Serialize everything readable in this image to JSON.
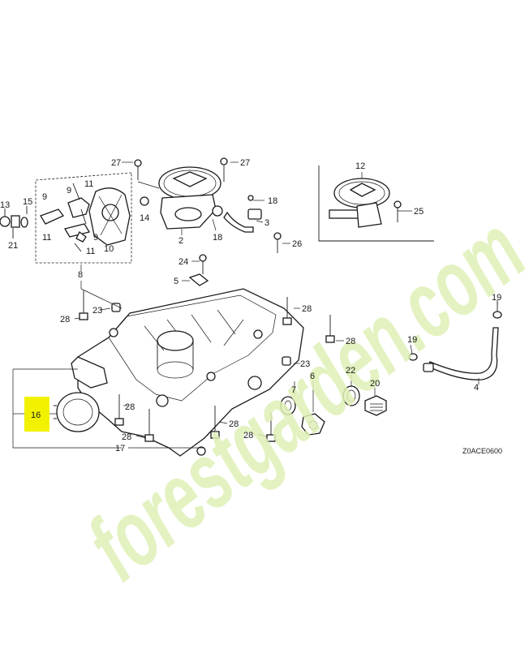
{
  "diagram": {
    "image_code": "Z0ACE0600",
    "highlighted_part": "16",
    "highlight_color": "#f2f200",
    "watermark": {
      "text": "forestgarden.com",
      "color_light": "#dff0b6",
      "color_dark": "#cfc7bd"
    },
    "callouts": {
      "c27a": "27",
      "c27b": "27",
      "c9a": "9",
      "c11a": "11",
      "c9b": "9",
      "c13": "13",
      "c15": "15",
      "c21": "21",
      "c14": "14",
      "c9c": "9",
      "c11b": "11",
      "c11c": "11",
      "c10": "10",
      "c8": "8",
      "c18a": "18",
      "c3": "3",
      "c2": "2",
      "c18b": "18",
      "c12": "12",
      "c25": "25",
      "c26": "26",
      "c24": "24",
      "c5": "5",
      "c23a": "23",
      "c28a": "28",
      "c28b": "28",
      "c28c": "28",
      "c19a": "19",
      "c19b": "19",
      "c23b": "23",
      "c6": "6",
      "c22": "22",
      "c20": "20",
      "c4": "4",
      "c7": "7",
      "c16": "16",
      "c28d": "28",
      "c28e": "28",
      "c28f": "28",
      "c28g": "28",
      "c17": "17"
    }
  }
}
